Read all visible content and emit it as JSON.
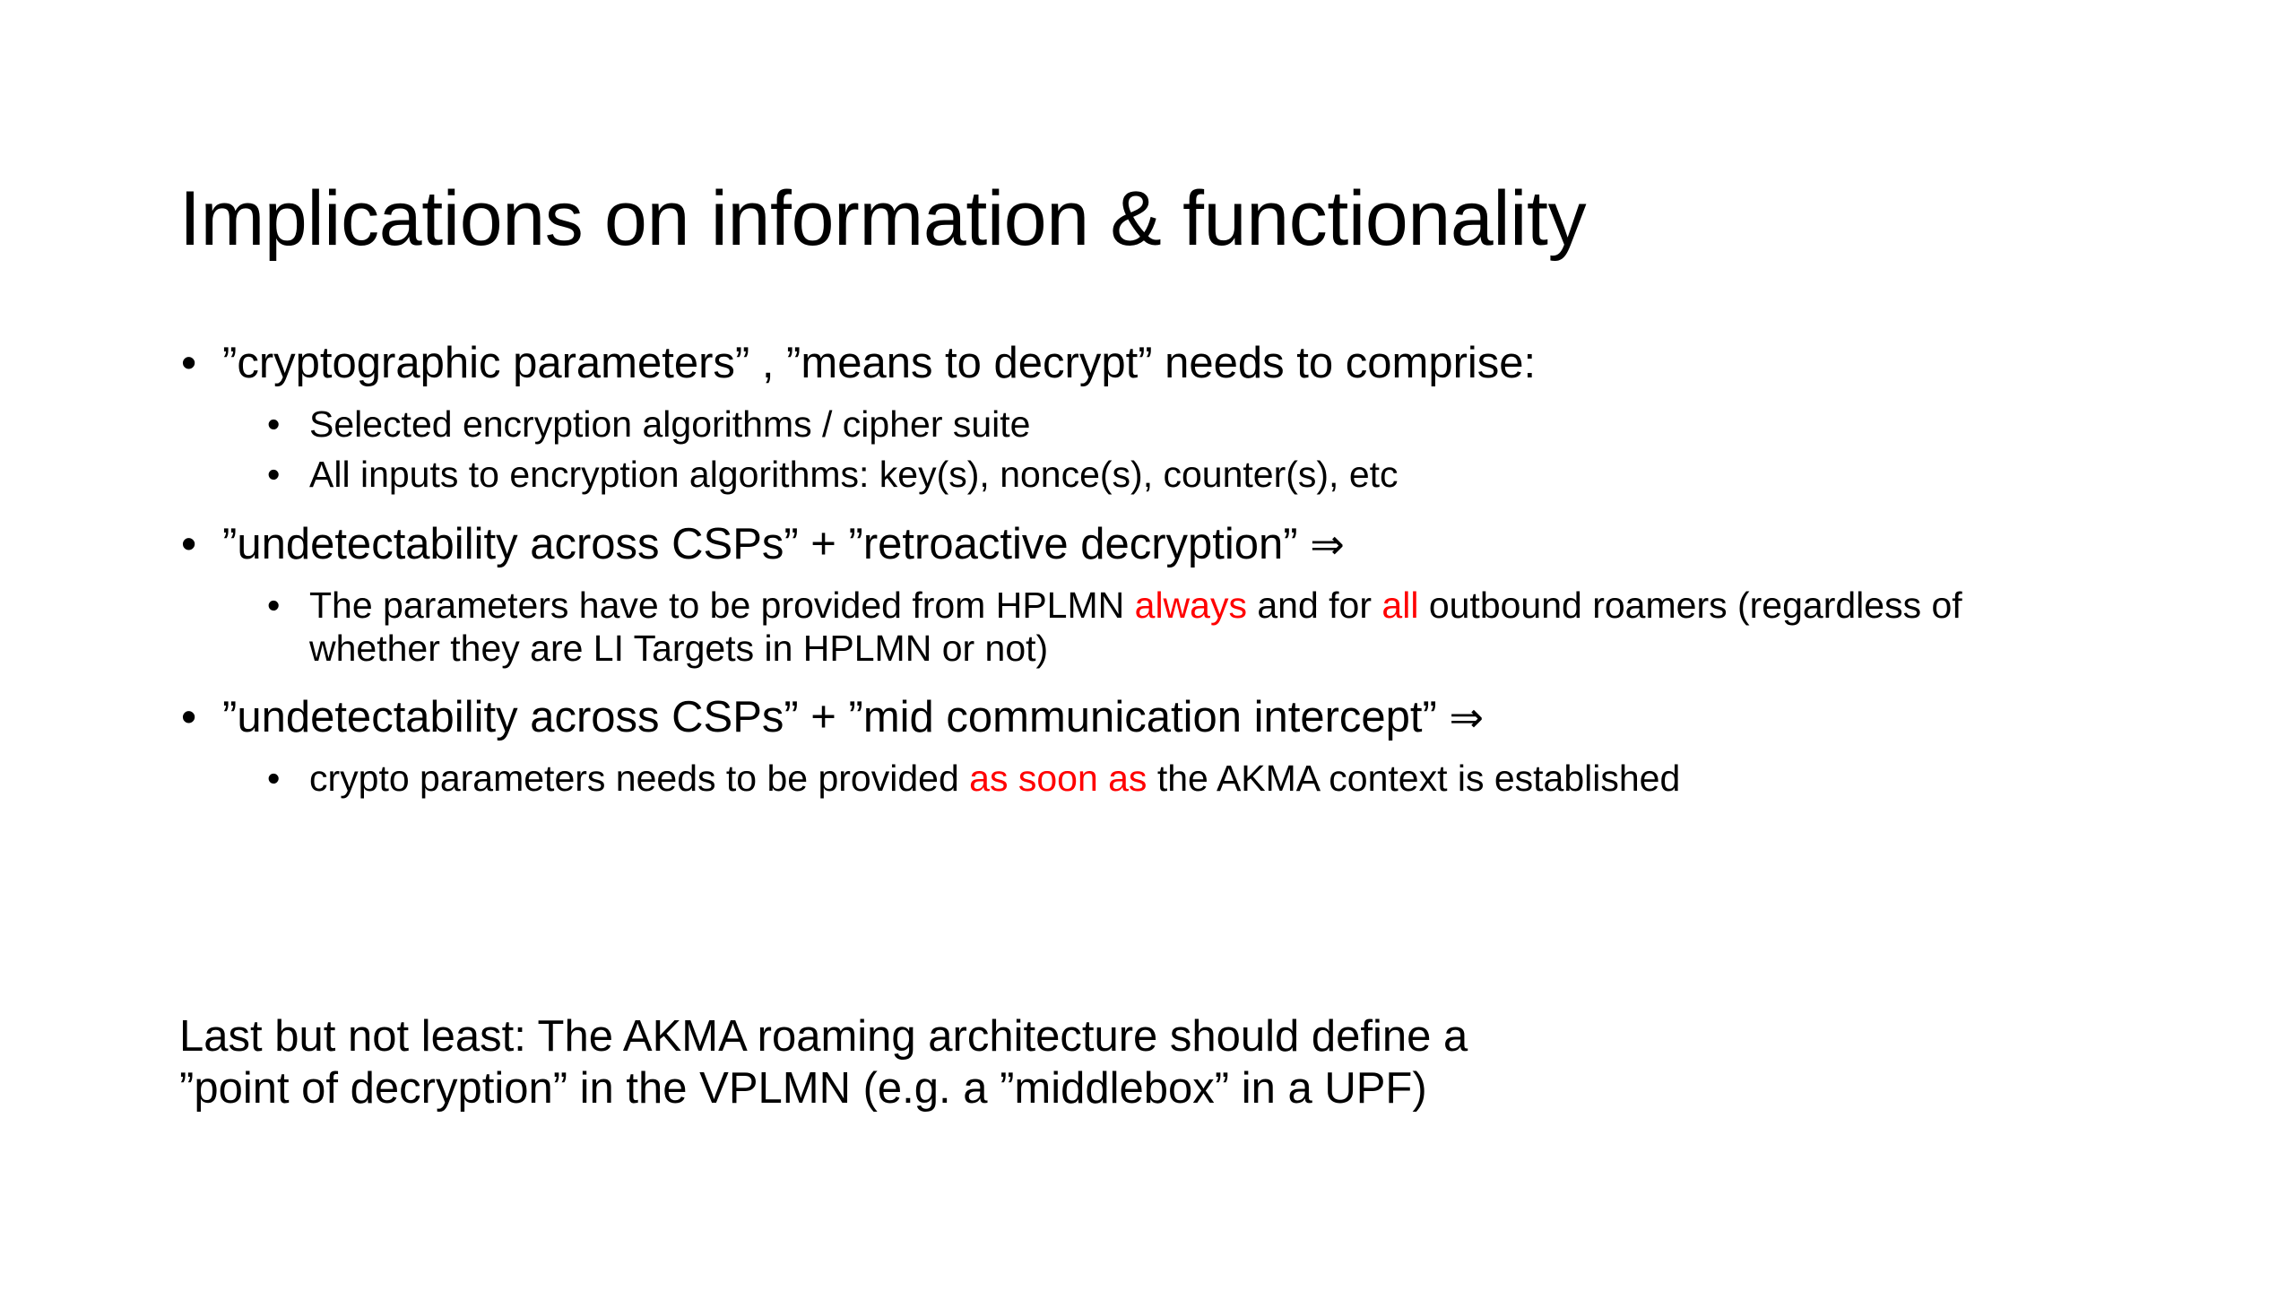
{
  "slide": {
    "background_color": "#FFFFFF",
    "text_color": "#000000",
    "accent_color": "#FF0000",
    "title": "Implications on information & functionality"
  },
  "bullet_marker": "•",
  "arrow_symbol": "⇒",
  "groups": [
    {
      "heading": {
        "text": "”cryptographic parameters” , ”means to decrypt” needs to comprise:",
        "arrow": ""
      },
      "subs": [
        {
          "text": "Selected encryption algorithms / cipher suite"
        },
        {
          "text": "All inputs to encryption algorithms: key(s), nonce(s), counter(s), etc"
        }
      ]
    },
    {
      "heading": {
        "text": "”undetectability across CSPs” + ”retroactive decryption” ",
        "arrow": "⇒"
      },
      "subs": [
        {
          "pre": "The parameters have to be provided from HPLMN ",
          "red1": "always",
          "mid": " and for ",
          "red2": "all",
          "post": " outbound roamers (regardless of whether they are LI Targets in HPLMN or not)"
        }
      ]
    },
    {
      "heading": {
        "text": "”undetectability across CSPs” + ”mid communication intercept” ",
        "arrow": "⇒"
      },
      "subs": [
        {
          "pre": "crypto parameters needs to be provided ",
          "red1": "as soon as",
          "post": " the AKMA context is established"
        }
      ]
    }
  ],
  "closing": {
    "line1": "Last but not least: The AKMA roaming architecture should define a",
    "line2": "”point of decryption” in the VPLMN (e.g. a ”middlebox” in a UPF)"
  }
}
